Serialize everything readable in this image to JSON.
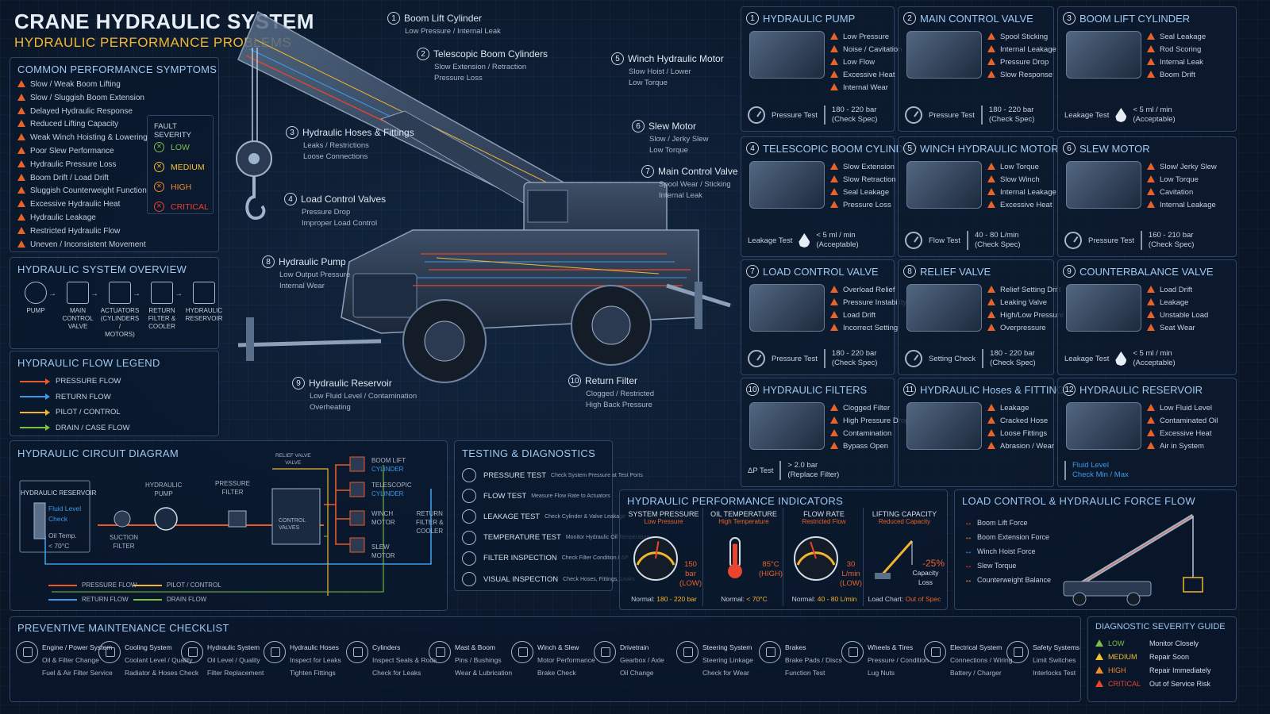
{
  "header": {
    "title": "CRANE HYDRAULIC SYSTEM",
    "subtitle": "HYDRAULIC PERFORMANCE PROBLEMS"
  },
  "symptoms": {
    "title": "COMMON PERFORMANCE SYMPTOMS",
    "items": [
      "Slow / Weak Boom Lifting",
      "Slow / Sluggish Boom Extension",
      "Delayed Hydraulic Response",
      "Reduced Lifting Capacity",
      "Weak Winch Hoisting & Lowering",
      "Poor Slew Performance",
      "Hydraulic Pressure Loss",
      "Boom Drift / Load Drift",
      "Sluggish Counterweight Function",
      "Excessive Hydraulic Heat",
      "Hydraulic Leakage",
      "Restricted Hydraulic Flow",
      "Uneven / Inconsistent Movement"
    ]
  },
  "fault_severity": {
    "title": "FAULT SEVERITY",
    "levels": [
      {
        "label": "LOW",
        "color": "#7bc043"
      },
      {
        "label": "MEDIUM",
        "color": "#f2c12e"
      },
      {
        "label": "HIGH",
        "color": "#f08c2a"
      },
      {
        "label": "CRITICAL",
        "color": "#e8442e"
      }
    ]
  },
  "overview": {
    "title": "HYDRAULIC SYSTEM OVERVIEW",
    "items": [
      [
        "PUMP"
      ],
      [
        "MAIN",
        "CONTROL",
        "VALVE"
      ],
      [
        "ACTUATORS",
        "(CYLINDERS /",
        "MOTORS)"
      ],
      [
        "RETURN",
        "FILTER &",
        "COOLER"
      ],
      [
        "HYDRAULIC",
        "RESERVOIR"
      ]
    ]
  },
  "flow_legend": {
    "title": "HYDRAULIC FLOW LEGEND",
    "items": [
      {
        "label": "PRESSURE FLOW",
        "color": "#e85a2a"
      },
      {
        "label": "RETURN FLOW",
        "color": "#3a9ae8"
      },
      {
        "label": "PILOT / CONTROL",
        "color": "#f2b62e"
      },
      {
        "label": "DRAIN / CASE FLOW",
        "color": "#7bc043"
      }
    ]
  },
  "callouts": [
    {
      "n": "1",
      "title": "Boom Lift Cylinder",
      "lines": [
        "Low Pressure / Internal Leak"
      ]
    },
    {
      "n": "2",
      "title": "Telescopic Boom Cylinders",
      "lines": [
        "Slow Extension / Retraction",
        "Pressure Loss"
      ]
    },
    {
      "n": "3",
      "title": "Hydraulic Hoses & Fittings",
      "lines": [
        "Leaks / Restrictions",
        "Loose Connections"
      ]
    },
    {
      "n": "4",
      "title": "Load Control Valves",
      "lines": [
        "Pressure Drop",
        "Improper Load Control"
      ]
    },
    {
      "n": "5",
      "title": "Winch Hydraulic Motor",
      "lines": [
        "Slow Hoist / Lower",
        "Low Torque"
      ]
    },
    {
      "n": "6",
      "title": "Slew Motor",
      "lines": [
        "Slow / Jerky Slew",
        "Low Torque"
      ]
    },
    {
      "n": "7",
      "title": "Main Control Valve",
      "lines": [
        "Spool Wear / Sticking",
        "Internal Leak"
      ]
    },
    {
      "n": "8",
      "title": "Hydraulic Pump",
      "lines": [
        "Low Output Pressure",
        "Internal Wear"
      ]
    },
    {
      "n": "9",
      "title": "Hydraulic Reservoir",
      "lines": [
        "Low Fluid Level / Contamination",
        "Overheating"
      ]
    },
    {
      "n": "10",
      "title": "Return Filter",
      "lines": [
        "Clogged / Restricted",
        "High Back Pressure"
      ]
    }
  ],
  "cards": [
    {
      "n": "1",
      "title": "HYDRAULIC PUMP",
      "issues": [
        "Low Pressure",
        "Noise / Cavitation",
        "Low Flow",
        "Excessive Heat",
        "Internal Wear"
      ],
      "test": "Pressure Test",
      "spec": [
        "180 - 220 bar",
        "(Check Spec)"
      ],
      "icon": "gauge"
    },
    {
      "n": "2",
      "title": "MAIN CONTROL VALVE",
      "issues": [
        "Spool Sticking",
        "Internal Leakage",
        "Pressure Drop",
        "Slow Response"
      ],
      "test": "Pressure Test",
      "spec": [
        "180 - 220 bar",
        "(Check Spec)"
      ],
      "icon": "gauge"
    },
    {
      "n": "3",
      "title": "BOOM LIFT CYLINDER",
      "issues": [
        "Seal Leakage",
        "Rod Scoring",
        "Internal Leak",
        "Boom Drift"
      ],
      "test": "Leakage Test",
      "spec": [
        "< 5 ml / min",
        "(Acceptable)"
      ],
      "icon": "drop"
    },
    {
      "n": "4",
      "title": "TELESCOPIC BOOM CYLINDER",
      "issues": [
        "Slow Extension",
        "Slow Retraction",
        "Seal Leakage",
        "Pressure Loss"
      ],
      "test": "Leakage Test",
      "spec": [
        "< 5 ml / min",
        "(Acceptable)"
      ],
      "icon": "drop"
    },
    {
      "n": "5",
      "title": "WINCH HYDRAULIC MOTOR",
      "issues": [
        "Low Torque",
        "Slow Winch",
        "Internal Leakage",
        "Excessive Heat"
      ],
      "test": "Flow Test",
      "spec": [
        "40 - 80 L/min",
        "(Check Spec)"
      ],
      "icon": "gauge"
    },
    {
      "n": "6",
      "title": "SLEW MOTOR",
      "issues": [
        "Slow/ Jerky Slew",
        "Low Torque",
        "Cavitation",
        "Internal Leakage"
      ],
      "test": "Pressure Test",
      "spec": [
        "160 - 210 bar",
        "(Check Spec)"
      ],
      "icon": "gauge"
    },
    {
      "n": "7",
      "title": "LOAD CONTROL VALVE",
      "issues": [
        "Overload Relief",
        "Pressure Instability",
        "Load Drift",
        "Incorrect Setting"
      ],
      "test": "Pressure Test",
      "spec": [
        "180 - 220 bar",
        "(Check Spec)"
      ],
      "icon": "gauge"
    },
    {
      "n": "8",
      "title": "RELIEF VALVE",
      "issues": [
        "Relief Setting Drift",
        "Leaking Valve",
        "High/Low Pressure",
        "Overpressure"
      ],
      "test": "Setting Check",
      "spec": [
        "180 - 220 bar",
        "(Check Spec)"
      ],
      "icon": "gauge"
    },
    {
      "n": "9",
      "title": "COUNTERBALANCE VALVE",
      "issues": [
        "Load Drift",
        "Leakage",
        "Unstable Load",
        "Seat Wear"
      ],
      "test": "Leakage Test",
      "spec": [
        "< 5 ml / min",
        "(Acceptable)"
      ],
      "icon": "drop"
    },
    {
      "n": "10",
      "title": "HYDRAULIC FILTERS",
      "issues": [
        "Clogged Filter",
        "High Pressure Drop",
        "Contamination",
        "Bypass Open"
      ],
      "test": "ΔP Test",
      "spec": [
        "> 2.0 bar",
        "(Replace Filter)"
      ],
      "icon": "dp"
    },
    {
      "n": "11",
      "title": "HYDRAULIC Hoses & FITTINGS",
      "issues": [
        "Leakage",
        "Cracked Hose",
        "Loose Fittings",
        "Abrasion / Wear"
      ],
      "test": "",
      "spec": [],
      "icon": ""
    },
    {
      "n": "12",
      "title": "HYDRAULIC RESERVOIR",
      "issues": [
        "Low Fluid Level",
        "Contaminated Oil",
        "Excessive Heat",
        "Air in System"
      ],
      "test": "",
      "spec": [
        "Fluid Level",
        "Check Min / Max"
      ],
      "icon": "bar"
    }
  ],
  "circuit": {
    "title": "HYDRAULIC CIRCUIT DIAGRAM",
    "reservoir": "HYDRAULIC RESERVOIR",
    "fluid_level": [
      "Fluid Level",
      "Check"
    ],
    "oil_temp": [
      "Oil Temp.",
      "< 70°C"
    ],
    "suction_filter": [
      "SUCTION",
      "FILTER"
    ],
    "pump": [
      "HYDRAULIC",
      "PUMP"
    ],
    "pressure_filter": [
      "PRESSURE",
      "FILTER"
    ],
    "relief": [
      "RELIEF VALVE",
      "VALVE"
    ],
    "control": [
      "CONTROL",
      "VALVES"
    ],
    "actuators": [
      [
        "BOOM LIFT",
        "CYLINDER"
      ],
      [
        "TELESCOPIC",
        "CYLINDER"
      ],
      [
        "WINCH",
        "MOTOR"
      ],
      [
        "SLEW",
        "MOTOR"
      ]
    ],
    "return": [
      "RETURN",
      "FILTER &",
      "COOLER"
    ],
    "legend": [
      "PRESSURE FLOW",
      "PILOT / CONTROL",
      "RETURN FLOW",
      "DRAIN FLOW"
    ]
  },
  "testing": {
    "title": "TESTING & DIAGNOSTICS",
    "items": [
      {
        "name": "PRESSURE TEST",
        "desc": "Check System Pressure at Test Ports"
      },
      {
        "name": "FLOW TEST",
        "desc": "Measure Flow Rate to Actuators"
      },
      {
        "name": "LEAKAGE TEST",
        "desc": "Check Cylinder & Valve Leakage"
      },
      {
        "name": "TEMPERATURE TEST",
        "desc": "Monitor Hydraulic Oil Temperature"
      },
      {
        "name": "FILTER INSPECTION",
        "desc": "Check Filter Condition / ΔP"
      },
      {
        "name": "VISUAL INSPECTION",
        "desc": "Check Hoses, Fittings, Leaks"
      }
    ]
  },
  "indicators": {
    "title": "HYDRAULIC PERFORMANCE INDICATORS",
    "items": [
      {
        "title": "SYSTEM PRESSURE",
        "sub": "Low Pressure",
        "value": "150 bar",
        "status": "(LOW)",
        "normal_label": "Normal:",
        "normal": "180 - 220 bar",
        "fraction": 0.55
      },
      {
        "title": "OIL TEMPERATURE",
        "sub": "High Temperature",
        "value": "85°C",
        "status": "(HIGH)",
        "normal_label": "Normal:",
        "normal": "< 70°C",
        "fraction": 0.8
      },
      {
        "title": "FLOW RATE",
        "sub": "Restricted Flow",
        "value": "30 L/min",
        "status": "(LOW)",
        "normal_label": "Normal:",
        "normal": "40 - 80 L/min",
        "fraction": 0.4
      },
      {
        "title": "LIFTING CAPACITY",
        "sub": "Reduced Capacity",
        "value": "-25%",
        "status": "Capacity Loss",
        "normal_label": "Load Chart:",
        "normal": "Out of Spec",
        "fraction": 0.75
      }
    ]
  },
  "load_control": {
    "title": "LOAD CONTROL & HYDRAULIC FORCE FLOW",
    "items": [
      {
        "label": "Boom Lift Force",
        "color": "#e85a2a"
      },
      {
        "label": "Boom Extension Force",
        "color": "#f08c2a"
      },
      {
        "label": "Winch Hoist Force",
        "color": "#3a9ae8"
      },
      {
        "label": "Slew Torque",
        "color": "#e8442e"
      },
      {
        "label": "Counterweight Balance",
        "color": "#f2b62e"
      }
    ]
  },
  "maintenance": {
    "title": "PREVENTIVE MAINTENANCE CHECKLIST",
    "items": [
      {
        "t": "Engine / Power System",
        "a": "Oil & Filter Change",
        "b": "Fuel & Air Filter Service"
      },
      {
        "t": "Cooling System",
        "a": "Coolant Level / Quality",
        "b": "Radiator & Hoses Check"
      },
      {
        "t": "Hydraulic System",
        "a": "Oil Level / Quality",
        "b": "Filter Replacement"
      },
      {
        "t": "Hydraulic Hoses",
        "a": "Inspect for Leaks",
        "b": "Tighten Fittings"
      },
      {
        "t": "Cylinders",
        "a": "Inspect Seals & Rods",
        "b": "Check for Leaks"
      },
      {
        "t": "Mast & Boom",
        "a": "Pins / Bushings",
        "b": "Wear & Lubrication"
      },
      {
        "t": "Winch & Slew",
        "a": "Motor Performance",
        "b": "Brake Check"
      },
      {
        "t": "Drivetrain",
        "a": "Gearbox / Axle",
        "b": "Oil Change"
      },
      {
        "t": "Steering System",
        "a": "Steering Linkage",
        "b": "Check for Wear"
      },
      {
        "t": "Brakes",
        "a": "Brake Pads / Discs",
        "b": "Function Test"
      },
      {
        "t": "Wheels & Tires",
        "a": "Pressure / Condition",
        "b": "Lug Nuts"
      },
      {
        "t": "Electrical System",
        "a": "Connections / Wiring",
        "b": "Battery / Charger"
      },
      {
        "t": "Safety Systems",
        "a": "Limit Switches",
        "b": "Interlocks Test"
      }
    ]
  },
  "severity_guide": {
    "title": "DIAGNOSTIC SEVERITY GUIDE",
    "items": [
      {
        "level": "LOW",
        "action": "Monitor Closely",
        "color": "#7bc043"
      },
      {
        "level": "MEDIUM",
        "action": "Repair Soon",
        "color": "#f2c12e"
      },
      {
        "level": "HIGH",
        "action": "Repair Immediately",
        "color": "#f08c2a"
      },
      {
        "level": "CRITICAL",
        "action": "Out of Service Risk",
        "color": "#e8442e"
      }
    ]
  }
}
